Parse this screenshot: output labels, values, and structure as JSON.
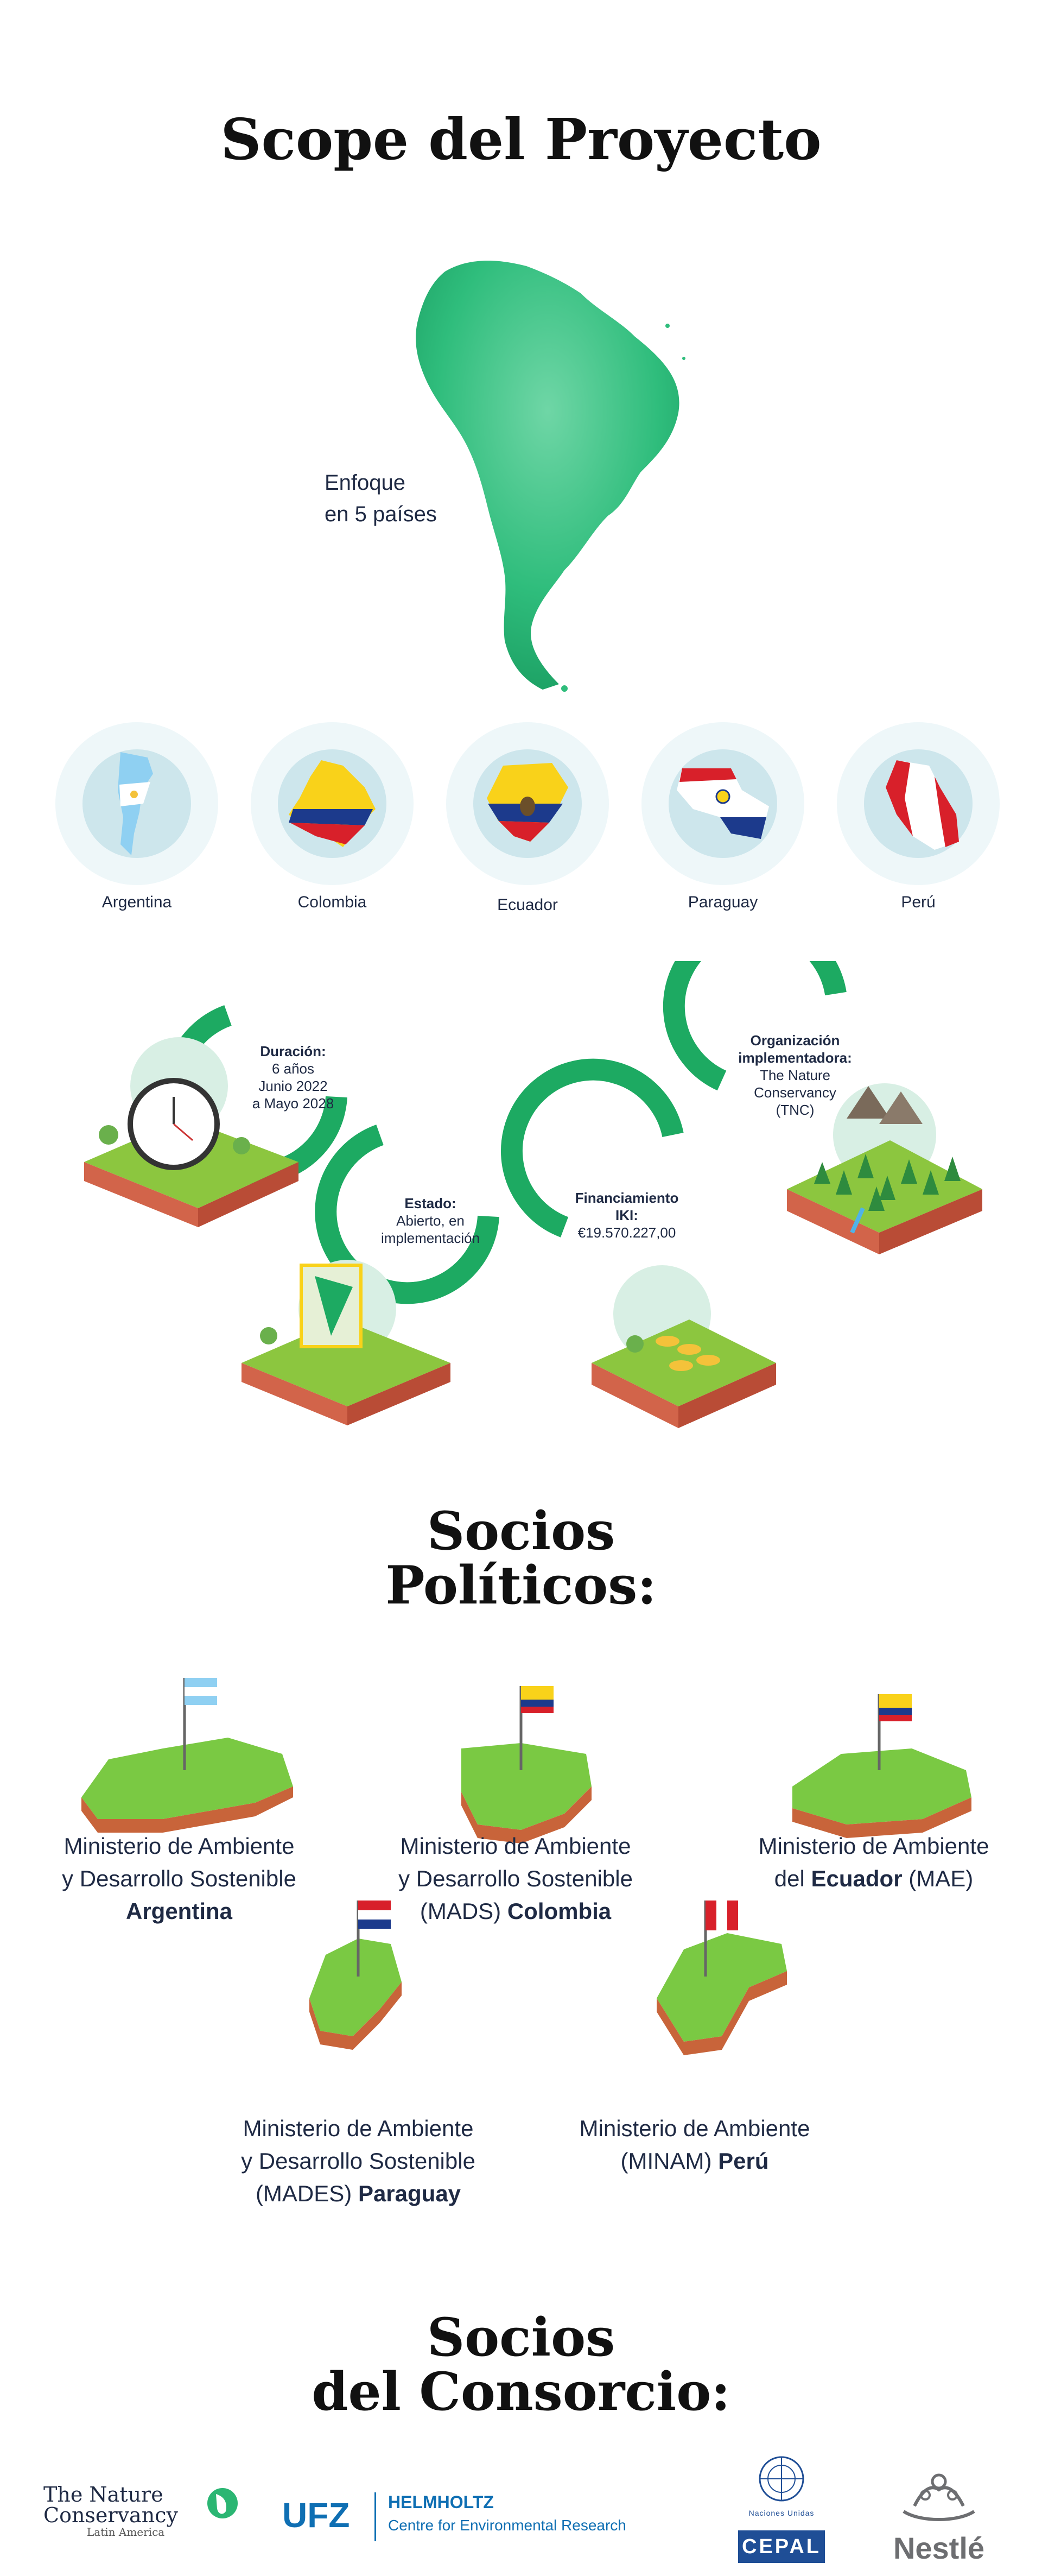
{
  "title": "Scope del Proyecto",
  "map_caption_line1": "Enfoque",
  "map_caption_line2": "en 5 países",
  "countries": [
    {
      "label": "Argentina"
    },
    {
      "label": "Colombia"
    },
    {
      "label": "Ecuador"
    },
    {
      "label": "Paraguay"
    },
    {
      "label": "Perú"
    }
  ],
  "info": {
    "duracion": {
      "title": "Duración:",
      "l1": "6 años",
      "l2": "Junio 2022",
      "l3": "a Mayo 2028"
    },
    "estado": {
      "title": "Estado:",
      "l1": "Abierto, en",
      "l2": "implementación"
    },
    "financiamiento": {
      "title1": "Financiamiento",
      "title2": "IKI:",
      "l1": "€19.570.227,00"
    },
    "organizacion": {
      "title1": "Organización",
      "title2": "implementadora:",
      "l1": "The Nature",
      "l2": "Conservancy",
      "l3": "(TNC)"
    }
  },
  "socios_politicos": {
    "title1": "Socios",
    "title2": "Políticos:",
    "items": [
      {
        "l1": "Ministerio de Ambiente",
        "l2": "y Desarrollo Sostenible",
        "bold": "Argentina",
        "prefix3": ""
      },
      {
        "l1": "Ministerio de Ambiente",
        "l2": "y Desarrollo Sostenible",
        "prefix3": "(MADS) ",
        "bold": "Colombia"
      },
      {
        "l1": "Ministerio de Ambiente",
        "l2_prefix": "del ",
        "bold": "Ecuador",
        "l2_suffix": " (MAE)"
      },
      {
        "l1": "Ministerio de Ambiente",
        "l2": "y Desarrollo Sostenible",
        "prefix3": "(MADES) ",
        "bold": "Paraguay"
      },
      {
        "l1": "Ministerio de Ambiente",
        "prefix2": "(MINAM) ",
        "bold": "Perú"
      }
    ]
  },
  "socios_consorcio": {
    "title1": "Socios",
    "title2": "del Consorcio:",
    "tnc": {
      "line1": "The Nature",
      "line2": "Conservancy",
      "sub": "Latin America"
    },
    "ufz": {
      "mark": "UFZ",
      "name": "HELMHOLTZ",
      "sub": "Centre for Environmental Research"
    },
    "cepal": {
      "small": "Naciones Unidas",
      "name": "CEPAL"
    },
    "nestle": {
      "name": "Nestlé"
    }
  },
  "colors": {
    "green": "#2bb673",
    "dark_text": "#1f2a44",
    "map_green": "#3cc48a"
  }
}
